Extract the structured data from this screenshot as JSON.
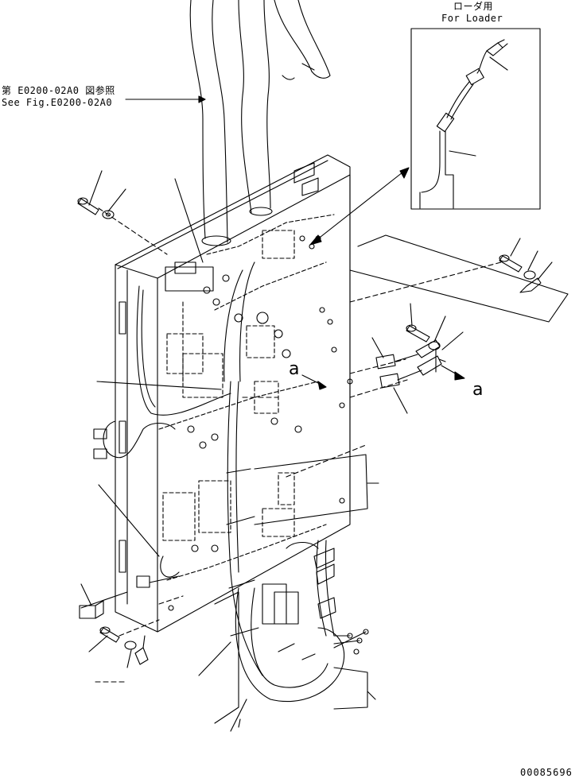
{
  "reference": {
    "line1": "第 E0200-02A0 図参照",
    "line2": "See Fig.E0200-02A0"
  },
  "inset": {
    "title_jp": "ローダ用",
    "title_en": "For Loader"
  },
  "callouts": {
    "a_center": "a",
    "a_right": "a"
  },
  "drawing_number": "00085696"
}
